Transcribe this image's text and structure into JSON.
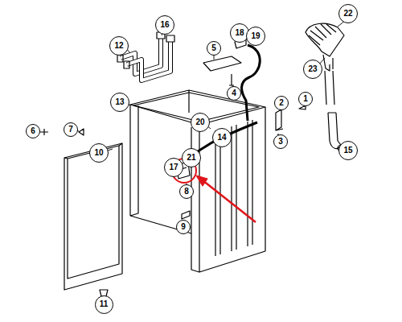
{
  "diagram": {
    "labels": [
      "12",
      "16",
      "5",
      "18",
      "19",
      "22",
      "23",
      "4",
      "2",
      "1",
      "3",
      "15",
      "13",
      "20",
      "14",
      "6",
      "7",
      "10",
      "21",
      "17",
      "8",
      "9",
      "11"
    ]
  }
}
